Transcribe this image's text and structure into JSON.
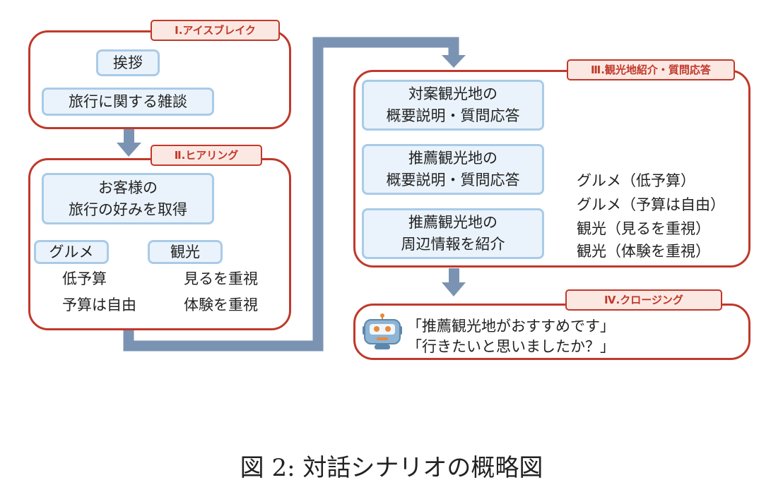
{
  "sections": {
    "s1": {
      "tag": "Ⅰ.アイスブレイク",
      "greeting": "挨拶",
      "chat": "旅行に関する雑談"
    },
    "s2": {
      "tag": "Ⅱ.ヒアリング",
      "preference": "お客様の\n旅行の好みを取得",
      "gourmet": "グルメ",
      "gourmet_options": [
        "低予算",
        "予算は自由"
      ],
      "sightseeing": "観光",
      "sightseeing_options": [
        "見るを重視",
        "体験を重視"
      ]
    },
    "s3": {
      "tag": "Ⅲ.観光地紹介・質問応答",
      "target_spot": "対案観光地の\n概要説明・質問応答",
      "recommended_spot": "推薦観光地の\n概要説明・質問応答",
      "surroundings": "推薦観光地の\n周辺情報を紹介",
      "branches": [
        "グルメ（低予算）",
        "グルメ（予算は自由）",
        "観光（見るを重視）",
        "観光（体験を重視）"
      ]
    },
    "s4": {
      "tag": "Ⅳ.クロージング",
      "icon": "robot-icon",
      "quotes": [
        "「推薦観光地がおすすめです」",
        "「行きたいと思いましたか？」"
      ]
    }
  },
  "caption": "図 2: 対話シナリオの概略図",
  "colors": {
    "section_border": "#c0392b",
    "tag_fill": "#fce8e2",
    "box_fill": "#eaf3fb",
    "box_border": "#a9cbe8",
    "flow_arrow": "#7b93b3",
    "connector": "#777777",
    "dot": "#1f5f8b"
  }
}
